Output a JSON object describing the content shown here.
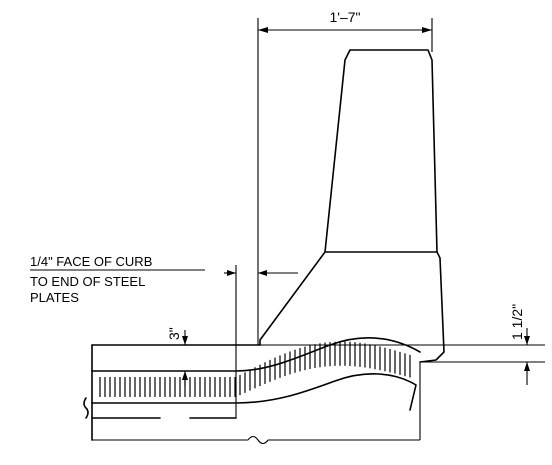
{
  "dimensions": {
    "top_width": "1'–7\"",
    "right_height": "1 1/2\"",
    "left_height": "3\""
  },
  "note": {
    "line1": "1/4\" FACE OF CURB",
    "line2": "TO END OF STEEL",
    "line3": "PLATES"
  },
  "colors": {
    "ink": "#000000",
    "paper": "#ffffff"
  }
}
